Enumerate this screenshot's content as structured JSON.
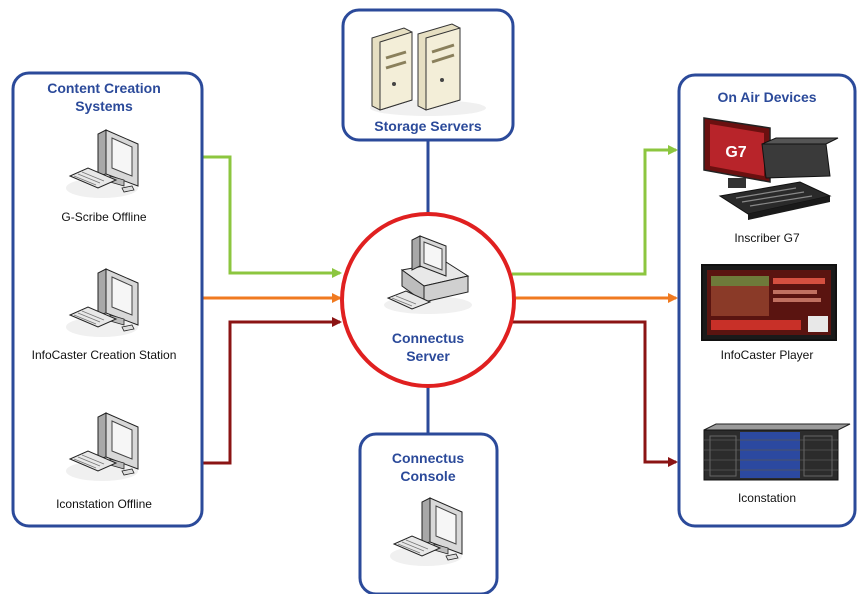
{
  "content_creation": {
    "title_line1": "Content Creation",
    "title_line2": "Systems",
    "workstations": [
      {
        "label": "G-Scribe Offline"
      },
      {
        "label": "InfoCaster Creation Station"
      },
      {
        "label": "Iconstation Offline"
      }
    ]
  },
  "storage": {
    "title": "Storage Servers"
  },
  "server": {
    "title_line1": "Connectus",
    "title_line2": "Server"
  },
  "console": {
    "title_line1": "Connectus",
    "title_line2": "Console"
  },
  "on_air": {
    "title": "On Air Devices",
    "devices": [
      {
        "label": "Inscriber G7"
      },
      {
        "label": "InfoCaster Player"
      },
      {
        "label": "Iconstation"
      }
    ]
  },
  "colors": {
    "box_border": "#2b4a9a",
    "server_ring": "#e02020",
    "green_line": "#8cc63f",
    "orange_line": "#f07a20",
    "darkred_line": "#8b1414"
  },
  "icons": {
    "workstation": "computer-icon",
    "storage": "server-tower-icon",
    "g7": "video-switcher-icon",
    "player": "display-screen-icon",
    "iconstation": "rack-server-icon"
  }
}
